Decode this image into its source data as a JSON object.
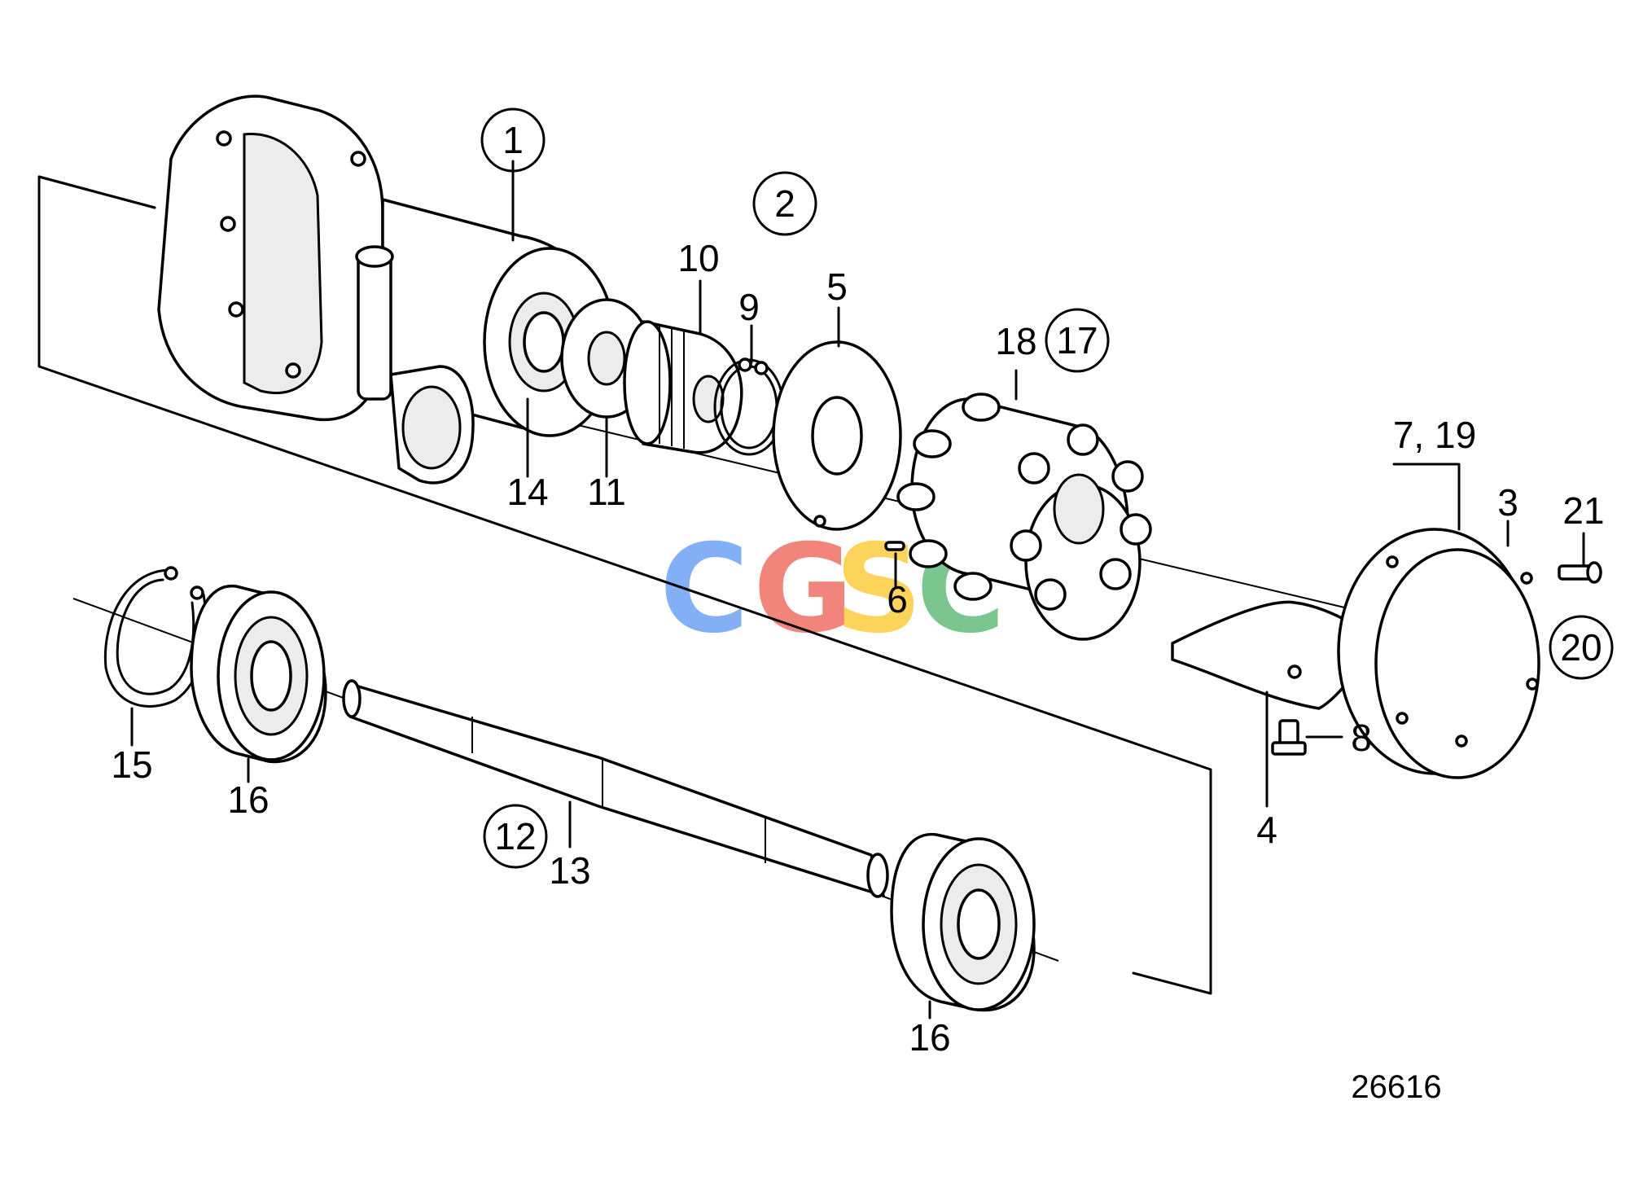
{
  "watermark": {
    "letters": [
      "C",
      "G",
      "S",
      "C"
    ],
    "colors": [
      "#4285F4",
      "#EA4335",
      "#FBBC05",
      "#34A853"
    ]
  },
  "drawing_number": "26616",
  "labels": {
    "p1": "1",
    "p2": "2",
    "p3": "3",
    "p4": "4",
    "p5": "5",
    "p6": "6",
    "p7_19": "7, 19",
    "p8": "8",
    "p9": "9",
    "p10": "10",
    "p11": "11",
    "p12": "12",
    "p13": "13",
    "p14": "14",
    "p15": "15",
    "p16a": "16",
    "p16b": "16",
    "p17": "17",
    "p18": "18",
    "p20": "20",
    "p21": "21"
  }
}
